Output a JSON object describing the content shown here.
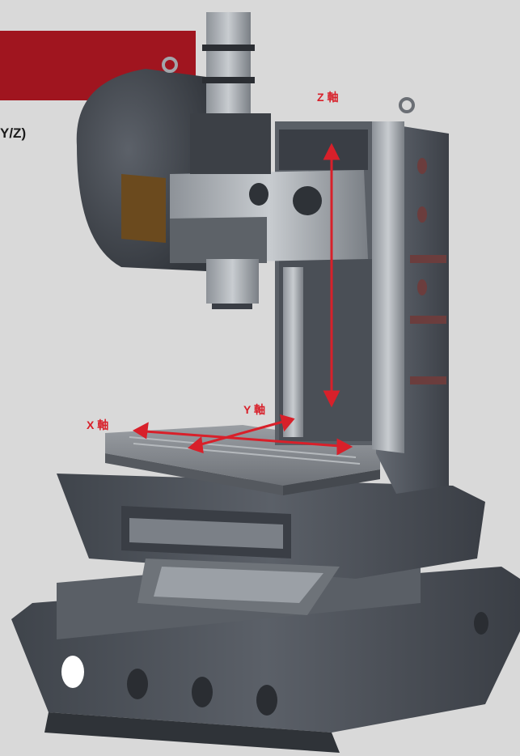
{
  "image": {
    "axes_caption": "Y/Z)",
    "axis_labels": {
      "z": "Z 軸",
      "y": "Y 軸",
      "x": "X 軸"
    }
  },
  "colors": {
    "banner": "#a0151f",
    "axis_arrows": "#d8202a",
    "background": "#d9d9d9",
    "machine_body": "#4f545c"
  }
}
